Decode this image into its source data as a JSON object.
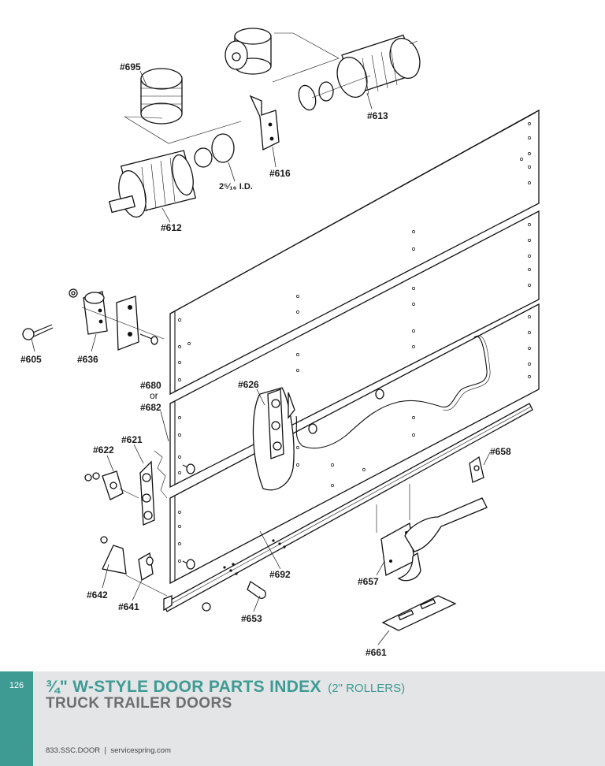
{
  "parts": {
    "p695": "#695",
    "p613": "#613",
    "p616": "#616",
    "p612": "#612",
    "id_note": "2⁵⁄₁₆ I.D.",
    "p605": "#605",
    "p636": "#636",
    "p680_a": "#680",
    "p680_b": "or",
    "p682": "#682",
    "p626": "#626",
    "p621": "#621",
    "p622": "#622",
    "p658": "#658",
    "p692": "#692",
    "p657": "#657",
    "p642": "#642",
    "p641": "#641",
    "p653": "#653",
    "p661": "#661"
  },
  "footer": {
    "page_number": "126",
    "title": "¾\" W-STYLE DOOR PARTS INDEX",
    "title_note": "(2\" ROLLERS)",
    "subtitle": "TRUCK TRAILER DOORS",
    "contact": "833.SSC.DOOR  ❘  servicespring.com"
  },
  "colors": {
    "accent": "#3e9b94",
    "footer_bg": "#e4e5e6",
    "subtitle": "#6d6e70"
  }
}
